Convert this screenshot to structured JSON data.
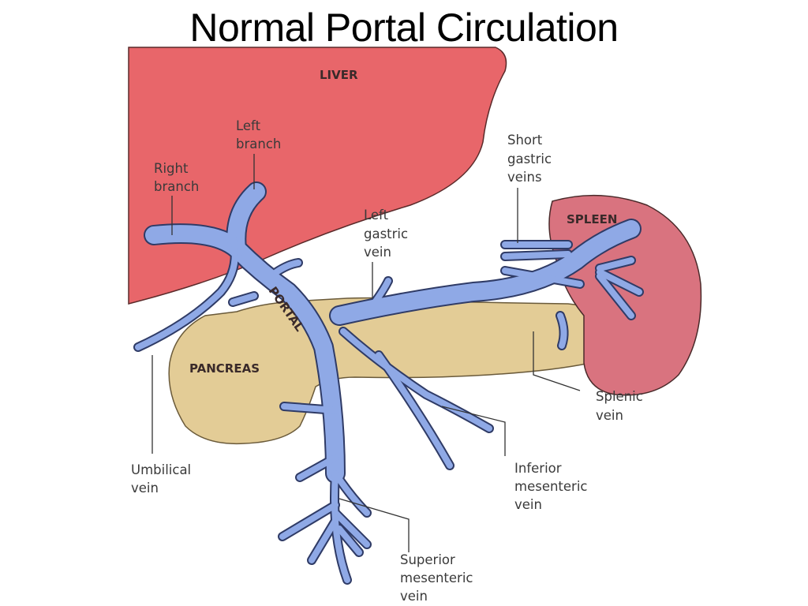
{
  "title": "Normal Portal Circulation",
  "colors": {
    "liver": "#e8666a",
    "spleen": "#d9737f",
    "pancreas": "#e3cc96",
    "vein": "#8fa9e6",
    "outline": "#2f3b66"
  },
  "organs": {
    "liver": "LIVER",
    "spleen": "SPLEEN",
    "pancreas": "PANCREAS",
    "portal": "PORTAL"
  },
  "labels": {
    "left_branch": [
      "Left",
      "branch"
    ],
    "right_branch": [
      "Right",
      "branch"
    ],
    "short_gastric": [
      "Short",
      "gastric",
      "veins"
    ],
    "left_gastric": [
      "Left",
      "gastric",
      "vein"
    ],
    "splenic": [
      "Splenic",
      "vein"
    ],
    "umbilical": [
      "Umbilical",
      "vein"
    ],
    "inferior_mesenteric": [
      "Inferior",
      "mesenteric",
      "vein"
    ],
    "superior_mesenteric": [
      "Superior",
      "mesenteric",
      "vein"
    ]
  }
}
